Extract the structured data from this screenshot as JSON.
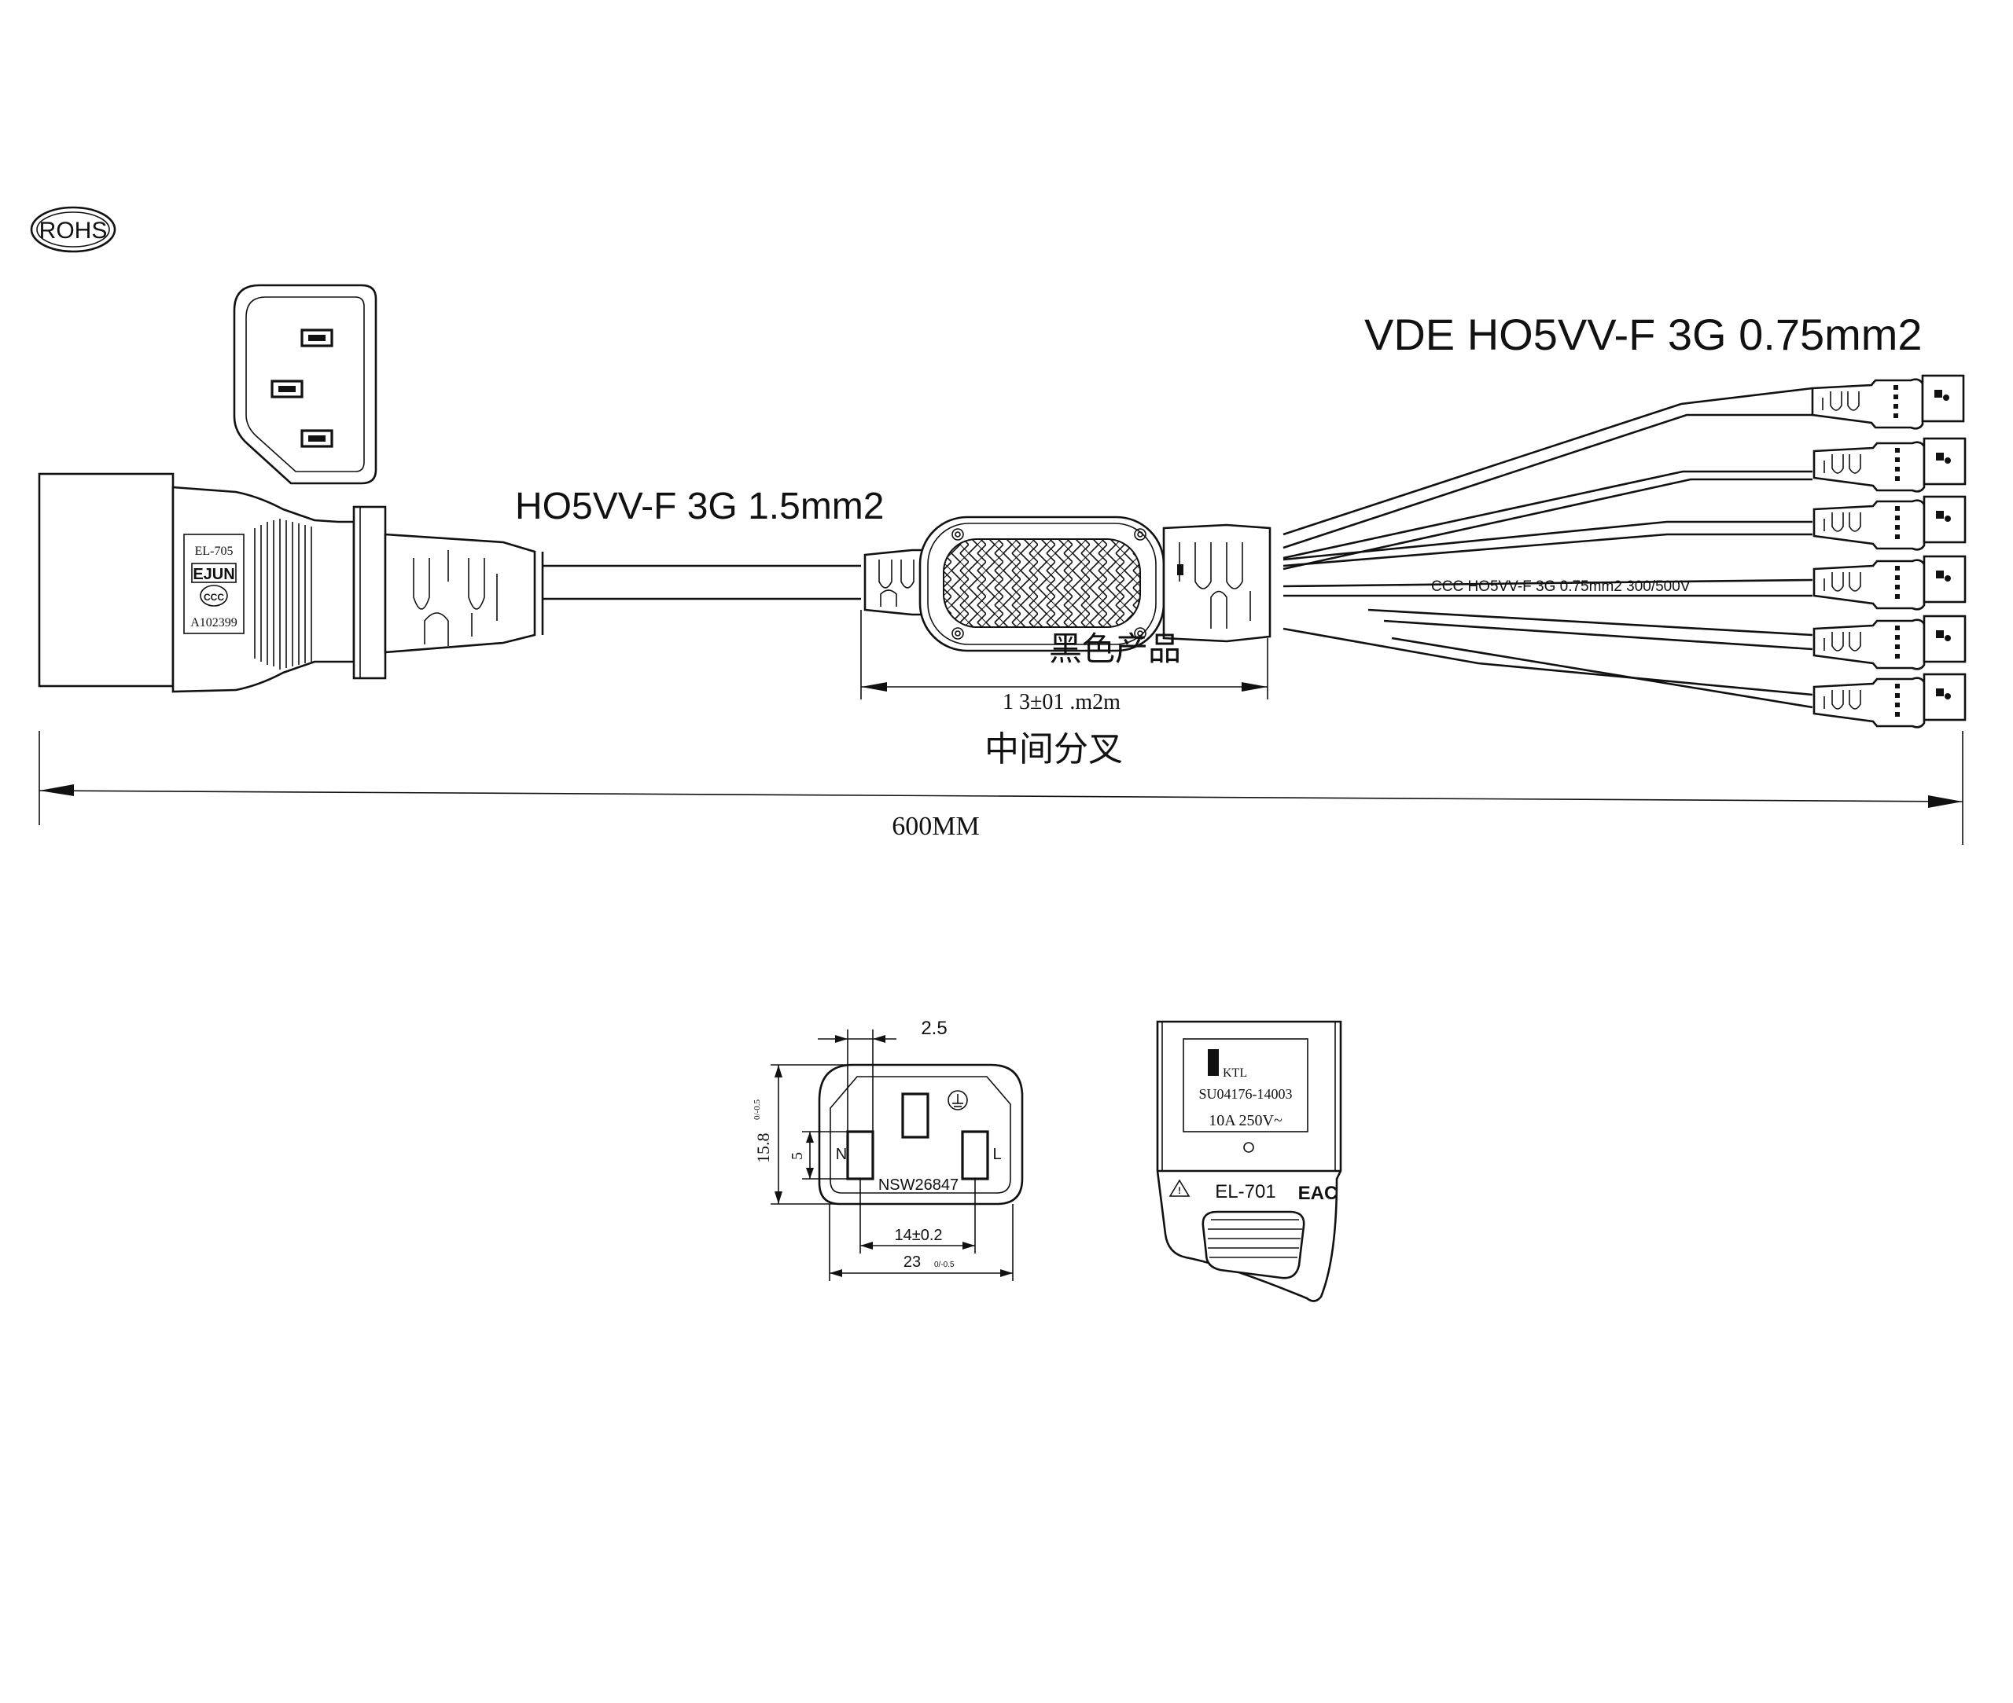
{
  "badges": {
    "rohs": "ROHS"
  },
  "cables": {
    "main_cable": "HO5VV-F 3G 1.5mm2",
    "branch_cable": "VDE HO5VV-F 3G 0.75mm2",
    "branch_marking": "CCC  HO5VV-F 3G 0.75mm2   300/500V"
  },
  "connector_main": {
    "model": "EL-705",
    "brand": "EJUN",
    "cert_mark": "CCC",
    "cert_code": "A102399"
  },
  "splitter": {
    "color_note": "黑色产品",
    "length_dim": "1 3±01 .m2m",
    "name": "中间分叉"
  },
  "overall_length": "600MM",
  "face_view": {
    "dim_top": "2.5",
    "dim_height": "15.8",
    "dim_height_tol": "0/-0.5",
    "dim_slot": "5",
    "dim_inner_width": "14±0.2",
    "dim_width": "23",
    "dim_width_tol": "0/-0.5",
    "label_n": "N",
    "label_l": "L",
    "code": "NSW26847"
  },
  "side_view": {
    "cert_brand": "KTL",
    "cert_number": "SU04176-14003",
    "rating": "10A 250V~",
    "model": "EL-701",
    "eac_mark": "EAC"
  }
}
